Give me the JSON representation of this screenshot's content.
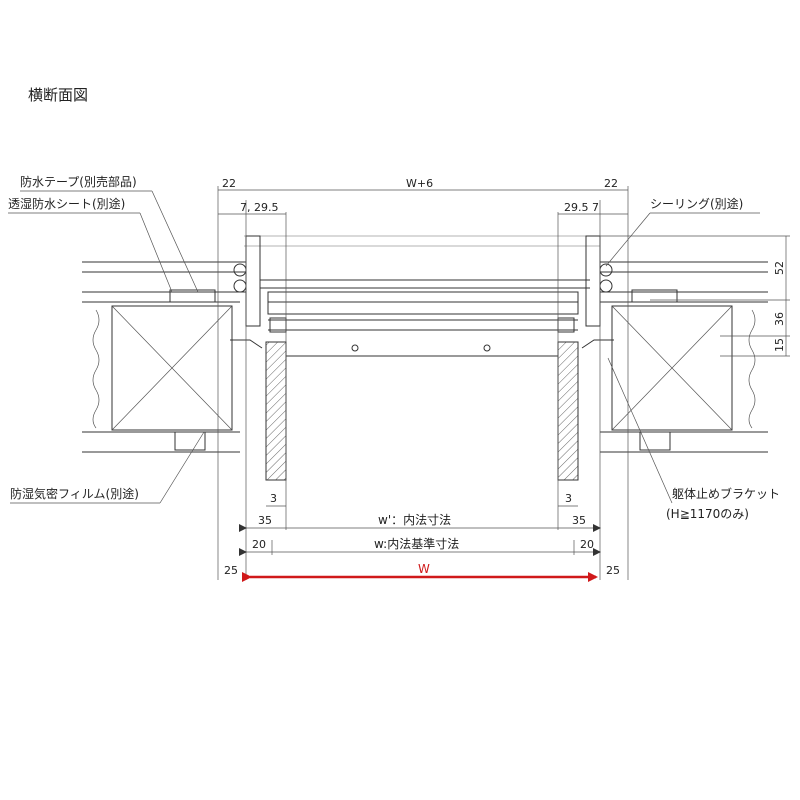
{
  "title": "横断面図",
  "callouts": {
    "waterproof_tape": "防水テープ(別売部品)",
    "moisture_sheet": "透湿防水シート(別途)",
    "sealing": "シーリング(別途)",
    "airtight_film": "防湿気密フィルム(別途)",
    "bracket": "躯体止めブラケット",
    "bracket_note": "(H≧1170のみ)"
  },
  "dimensions": {
    "top_left": "22",
    "top_center": "W+6",
    "top_right": "22",
    "second_left": "7, 29.5",
    "second_right": "29.5  7",
    "right_top": "52",
    "right_mid": "36",
    "right_bottom": "15",
    "three_left": "3",
    "three_right": "3",
    "w_prime_left": "35",
    "w_prime": "w'：内法寸法",
    "w_prime_right": "35",
    "w_ref_left": "20",
    "w_ref": "w:内法基準寸法",
    "w_ref_right": "20",
    "outer_left": "25",
    "outer_w": "W",
    "outer_right": "25"
  },
  "colors": {
    "line": "#333333",
    "accent_dimension": "#d0191a"
  }
}
